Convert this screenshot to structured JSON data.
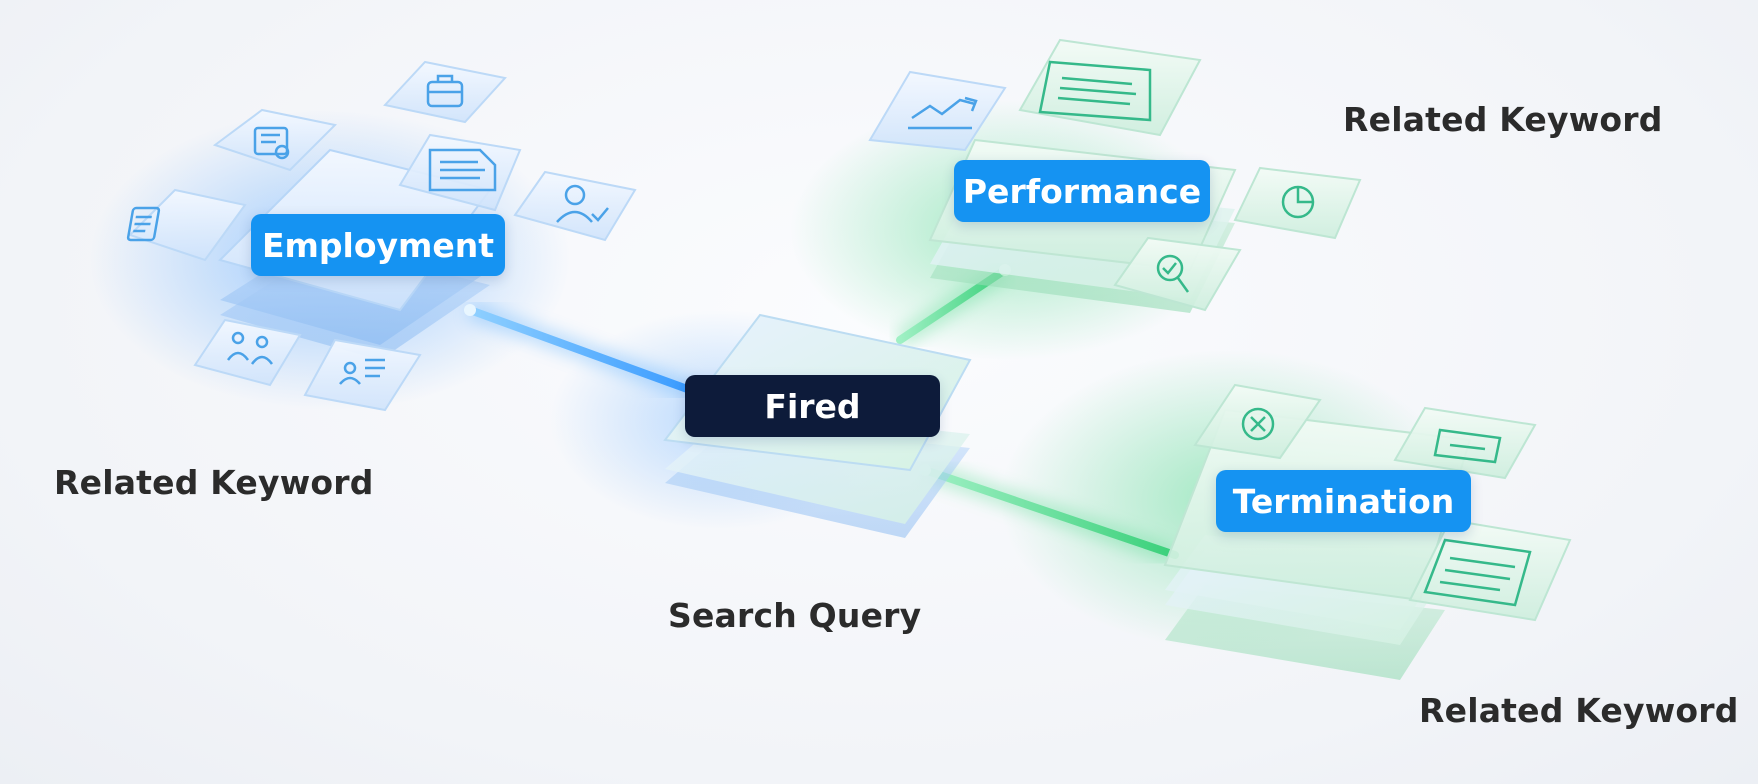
{
  "query": {
    "label": "Fired",
    "caption": "Search Query"
  },
  "keywords": [
    {
      "id": "employment",
      "label": "Employment",
      "caption": "Related Keyword",
      "icons": [
        "certificate-icon",
        "briefcase-icon",
        "document-icon",
        "user-check-icon",
        "form-icon",
        "people-icon",
        "org-chart-icon"
      ]
    },
    {
      "id": "performance",
      "label": "Performance",
      "caption": "Related Keyword",
      "icons": [
        "trend-chart-icon",
        "document-icon",
        "pie-chart-icon",
        "magnifier-check-icon"
      ]
    },
    {
      "id": "termination",
      "label": "Termination",
      "caption": "Related Keyword",
      "icons": [
        "x-circle-icon",
        "document-icon",
        "notice-icon"
      ]
    }
  ],
  "colors": {
    "blue": "#1593f2",
    "dark": "#0d1b3a",
    "green": "#3ad07a",
    "blue_glow": "#3a9bff"
  }
}
